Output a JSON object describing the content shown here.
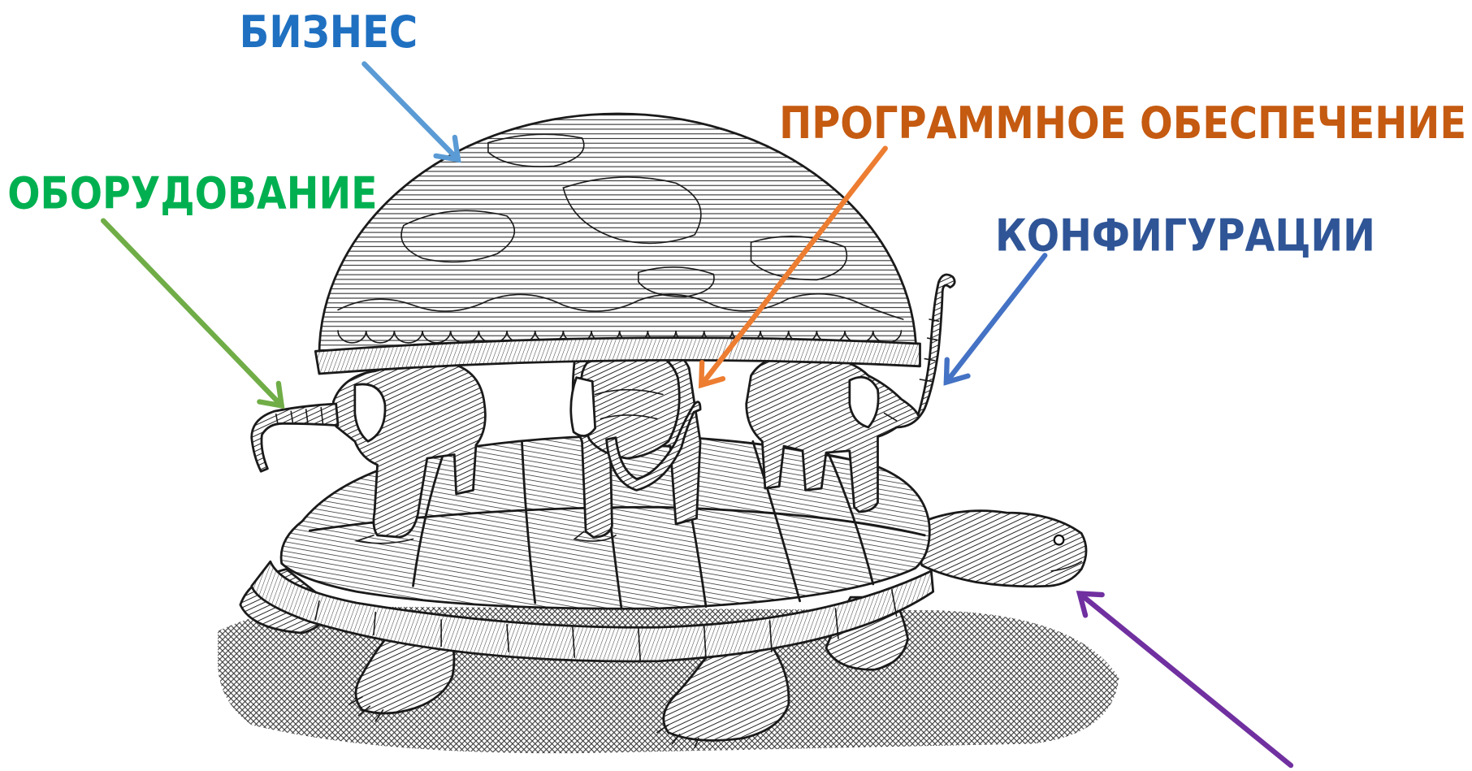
{
  "labels": {
    "business": {
      "text": "БИЗНЕС",
      "color": "#1f70c1"
    },
    "software": {
      "text": "ПРОГРАММНОЕ ОБЕСПЕЧЕНИЕ",
      "color": "#c55a11"
    },
    "hardware": {
      "text": "ОБОРУДОВАНИЕ",
      "color": "#00b050"
    },
    "configurations": {
      "text": "КОНФИГУРАЦИИ",
      "color": "#2f5597"
    }
  },
  "arrows": {
    "business": "#5b9bd5",
    "software": "#ed7d31",
    "hardware": "#70ad47",
    "configurations": "#4472c4",
    "turtle": "#7030a0"
  }
}
